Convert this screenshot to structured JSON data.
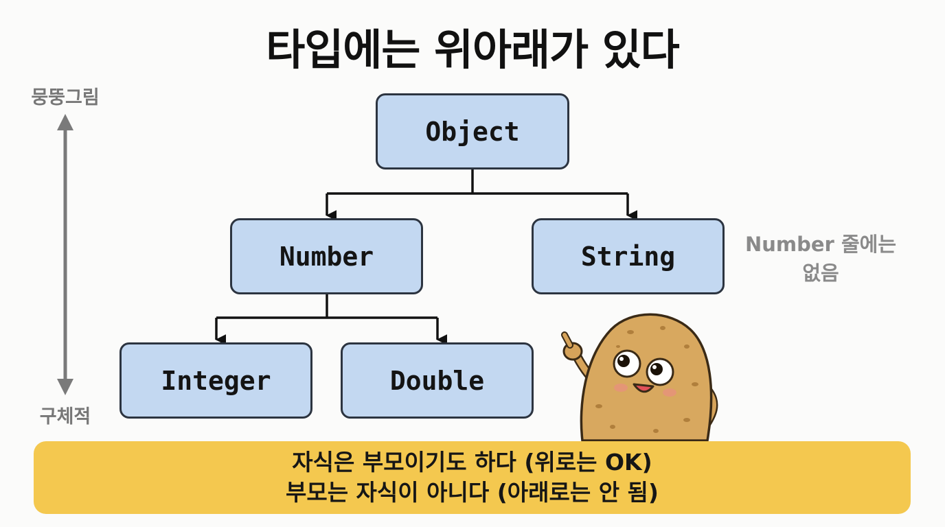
{
  "title": "타입에는 위아래가 있다",
  "axis": {
    "top_label": "뭉뚱그림",
    "bottom_label": "구체적"
  },
  "nodes": {
    "object": "Object",
    "number": "Number",
    "string": "String",
    "integer": "Integer",
    "double": "Double"
  },
  "side_note": {
    "line1": "Number 줄에는",
    "line2": "없음"
  },
  "banner": {
    "line1": "자식은 부모이기도 하다 (위로는 OK)",
    "line2": "부모는 자식이 아니다 (아래로는 안 됨)"
  },
  "colors": {
    "node_fill": "#c3d8f1",
    "node_border": "#2c3440",
    "banner_fill": "#f4c84f",
    "axis_gray": "#777777"
  }
}
